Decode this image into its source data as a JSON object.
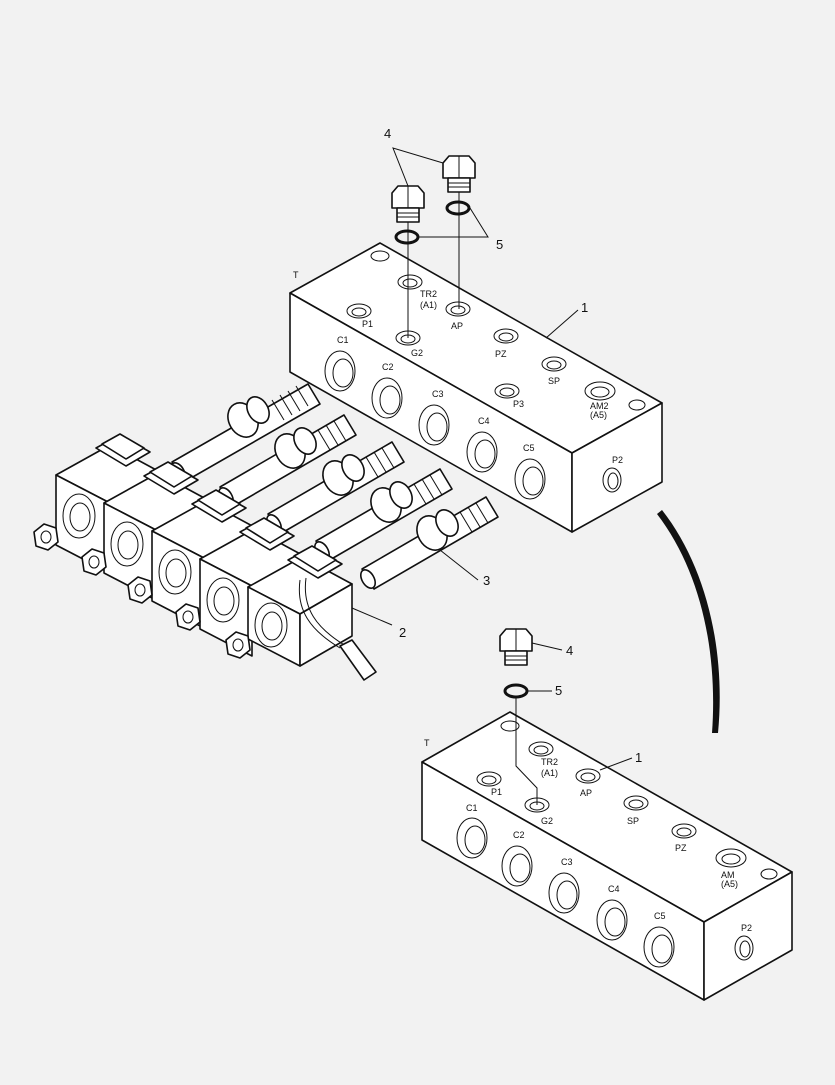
{
  "diagram": {
    "type": "exploded-parts-diagram",
    "subject": "hydraulic valve manifold block with solenoid cartridge valves",
    "callouts": {
      "block": "1",
      "solenoid_coil": "2",
      "cartridge_valve": "3",
      "plug": "4",
      "o_ring": "5"
    },
    "upper_block": {
      "port_labels": {
        "t": "T",
        "p1": "P1",
        "tr2": "TR2",
        "a1": "(A1)",
        "ap": "AP",
        "g2": "G2",
        "pz": "PZ",
        "sp": "SP",
        "p3": "P3",
        "am2": "AM2",
        "a5": "(A5)",
        "p2": "P2",
        "c1": "C1",
        "c2": "C2",
        "c3": "C3",
        "c4": "C4",
        "c5": "C5"
      }
    },
    "lower_block": {
      "port_labels": {
        "t": "T",
        "tr2": "TR2",
        "a1": "(A1)",
        "p1": "P1",
        "ap": "AP",
        "g2": "G2",
        "sp": "SP",
        "pz": "PZ",
        "am": "AM",
        "a5": "(A5)",
        "p2": "P2",
        "c1": "C1",
        "c2": "C2",
        "c3": "C3",
        "c4": "C4",
        "c5": "C5"
      }
    }
  }
}
